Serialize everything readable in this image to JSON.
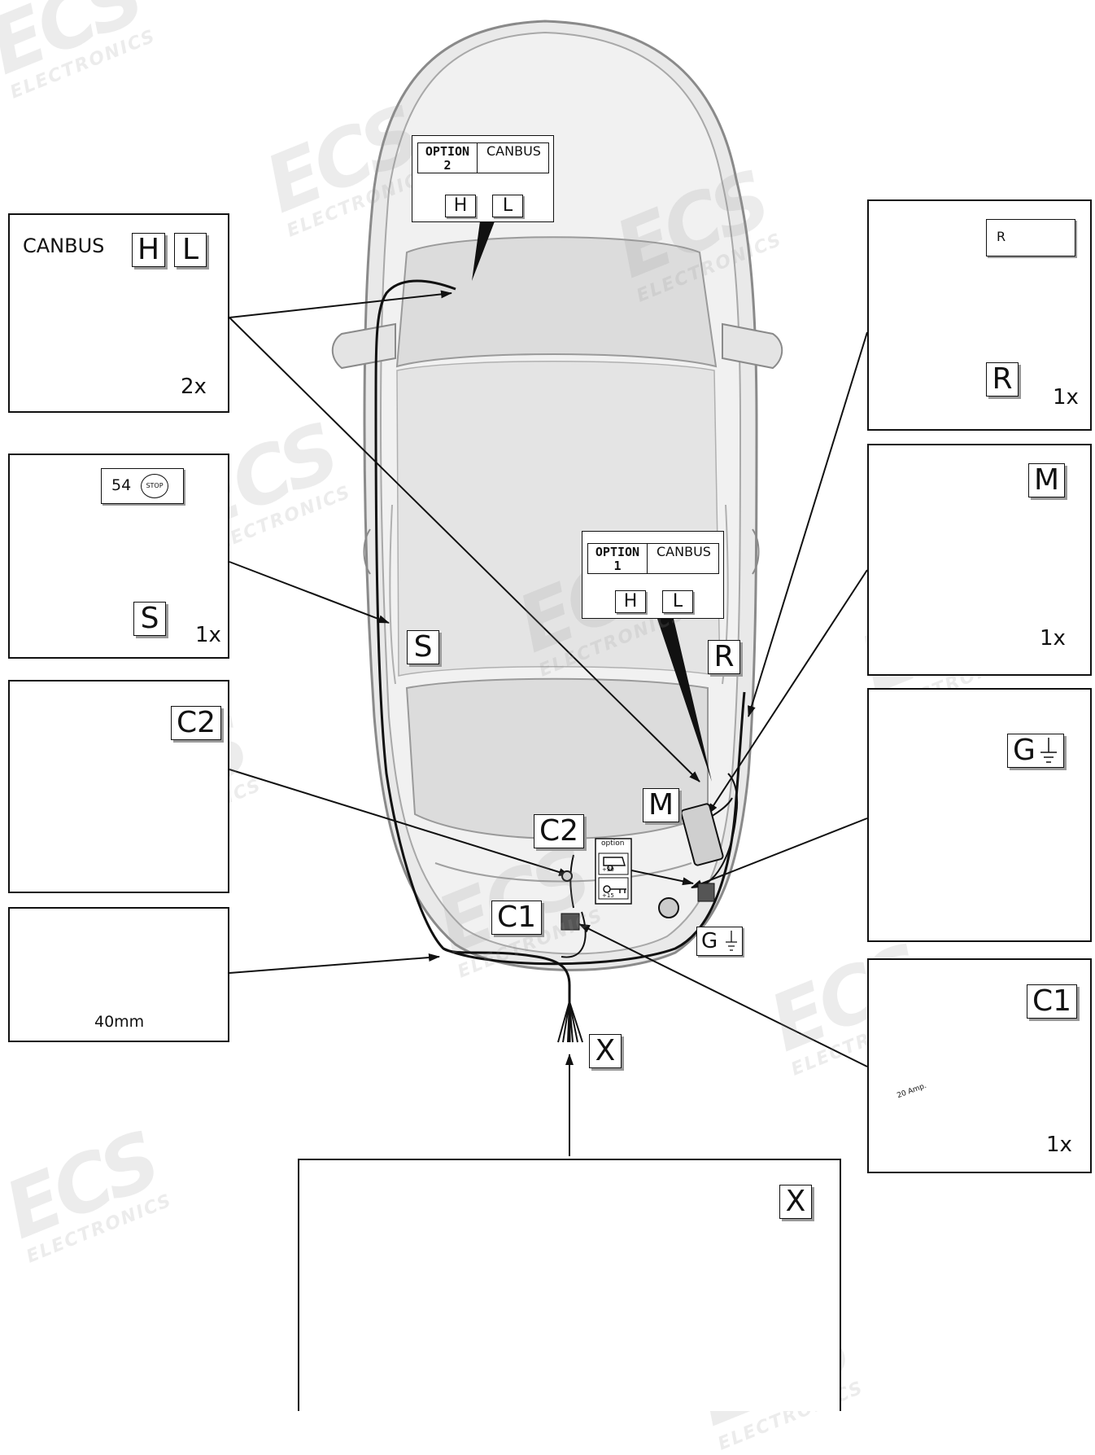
{
  "watermark": {
    "brand": "ECS",
    "subtitle": "ELECTRONICS"
  },
  "panels": {
    "canbus": {
      "title": "CANBUS",
      "tag_h": "H",
      "tag_l": "L",
      "qty": "2x"
    },
    "s": {
      "signal": "54",
      "stop": "STOP",
      "tag": "S",
      "qty": "1x"
    },
    "c2": {
      "tag": "C2"
    },
    "grommet": {
      "size": "40mm"
    },
    "r": {
      "signal": "R",
      "tag": "R",
      "qty": "1x"
    },
    "m": {
      "tag": "M",
      "qty": "1x"
    },
    "g": {
      "tag": "G"
    },
    "c1": {
      "tag": "C1",
      "fuse": "20 Amp.",
      "qty": "1x"
    },
    "x": {
      "tag": "X"
    }
  },
  "car": {
    "option2": {
      "title_line1": "OPTION",
      "title_line2": "2",
      "bus": "CANBUS",
      "tag_h": "H",
      "tag_l": "L"
    },
    "option1": {
      "title_line1": "OPTION",
      "title_line2": "1",
      "bus": "CANBUS",
      "tag_h": "H",
      "tag_l": "L"
    },
    "tags": {
      "s": "S",
      "r": "R",
      "m": "M",
      "c2": "C2",
      "c1": "C1",
      "g": "G",
      "x": "X"
    },
    "module": {
      "label": "option",
      "plus30": "+30",
      "plus15": "+15"
    }
  }
}
